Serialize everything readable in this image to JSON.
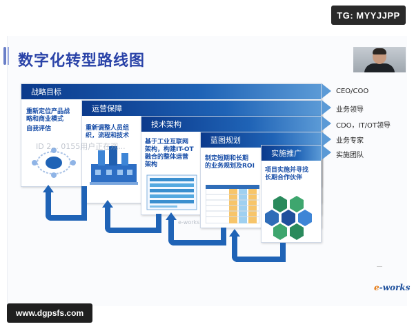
{
  "overlay": {
    "tg_label": "TG: MYYJJPP",
    "url_label": "www.dgpsfs.com"
  },
  "slide": {
    "title": "数字化转型路线图",
    "watermark": "ID 2... 0155用户正在观...",
    "works_mark": "e-works",
    "logo_c": "e",
    "logo_rest": "-works"
  },
  "steps": [
    {
      "label": "战略目标",
      "desc": [
        "重新定位产品战",
        "略和商业模式",
        "自我评估"
      ],
      "role": "CEO/COO"
    },
    {
      "label": "运营保障",
      "desc": [
        "重新调整人员组",
        "织，流程和技术"
      ],
      "role": "业务领导"
    },
    {
      "label": "技术架构",
      "desc": [
        "基于工业互联网",
        "架构，构建IT-OT",
        "融合的整体运营",
        "架构"
      ],
      "role": "CDO，IT/OT领导"
    },
    {
      "label": "蓝图规划",
      "desc": [
        "制定短期和长期",
        "的业务规划及ROI"
      ],
      "role": "业务专家"
    },
    {
      "label": "实施推广",
      "desc": [
        "项目实施并寻找",
        "长期合作伙伴"
      ],
      "role": "实施团队"
    }
  ],
  "colors": {
    "band_dark": "#0b3a8c",
    "band_light": "#5b9ad6",
    "title": "#2a43a8",
    "desc": "#1a4fa8"
  }
}
